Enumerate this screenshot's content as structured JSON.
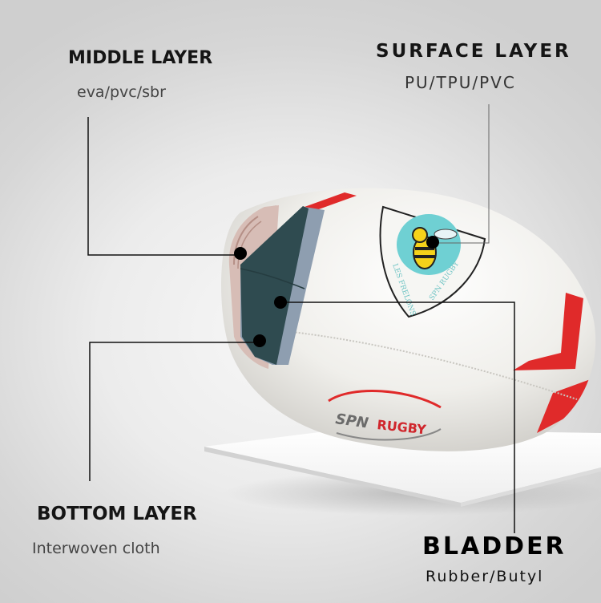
{
  "diagram": {
    "subject": "Rugby ball layer construction",
    "labels": {
      "middle_layer": {
        "title": "MIDDLE LAYER",
        "material": "eva/pvc/sbr"
      },
      "surface_layer": {
        "title": "SURFACE LAYER",
        "material": "PU/TPU/PVC"
      },
      "bottom_layer": {
        "title": "BOTTOM LAYER",
        "material": "Interwoven cloth"
      },
      "bladder": {
        "title": "BLADDER",
        "material": "Rubber/Butyl"
      }
    },
    "ball_logos": {
      "badge_text_left": "LES FRELONS",
      "badge_text_right": "SPN RUGBY",
      "brand_part1": "SPN",
      "brand_part2": "RUGBY"
    },
    "colors": {
      "leader_line": "#111111",
      "ball_white": "#f1f0ec",
      "stripe_red": "#e02a2a",
      "inner_dark_teal": "#2f4b50",
      "foam_gray_blue": "#8e9eb0",
      "cloth_stripe": "#c9a8a0",
      "badge_cyan": "#6fd0d3"
    }
  }
}
